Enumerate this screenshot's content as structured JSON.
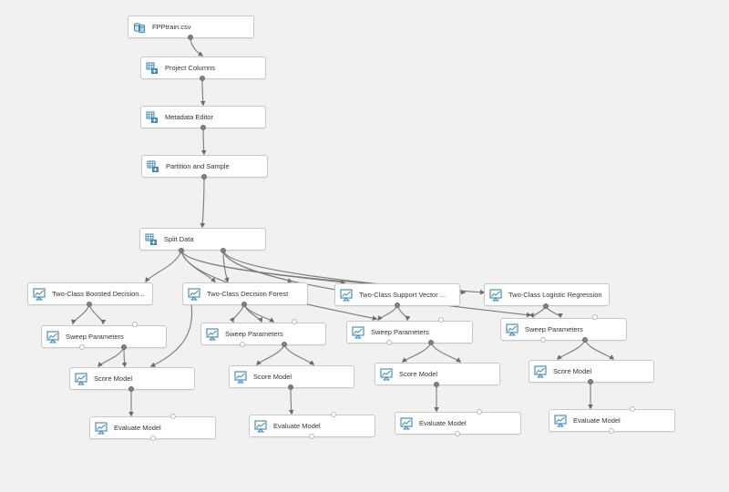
{
  "canvas": {
    "background": "#f1f1f1",
    "node_border": "#c8c8c8",
    "wire_color": "#7a7a7a",
    "icon_color": "#3a86b8"
  },
  "modules": {
    "dataset": {
      "label": "FPPtrain.csv",
      "icon": "dataset-icon"
    },
    "project_columns": {
      "label": "Project Columns",
      "icon": "module-icon"
    },
    "metadata_editor": {
      "label": "Metadata Editor",
      "icon": "module-icon"
    },
    "partition_sample": {
      "label": "Partition and Sample",
      "icon": "module-icon"
    },
    "split_data": {
      "label": "Split Data",
      "icon": "module-icon"
    },
    "boosted_tree": {
      "label": "Two-Class Boosted Decision...",
      "icon": "model-icon"
    },
    "decision_forest": {
      "label": "Two-Class Decision Forest",
      "icon": "model-icon"
    },
    "svm": {
      "label": "Two-Class Support Vector ...",
      "icon": "model-icon"
    },
    "logistic": {
      "label": "Two-Class Logistic Regression",
      "icon": "model-icon"
    },
    "sweep_1": {
      "label": "Sweep Parameters",
      "icon": "model-icon"
    },
    "sweep_2": {
      "label": "Sweep Parameters",
      "icon": "model-icon"
    },
    "sweep_3": {
      "label": "Sweep Parameters",
      "icon": "model-icon"
    },
    "sweep_4": {
      "label": "Sweep Parameters",
      "icon": "model-icon"
    },
    "score_1": {
      "label": "Score Model",
      "icon": "model-icon"
    },
    "score_2": {
      "label": "Score Model",
      "icon": "model-icon"
    },
    "score_3": {
      "label": "Score Model",
      "icon": "model-icon"
    },
    "score_4": {
      "label": "Score Model",
      "icon": "model-icon"
    },
    "eval_1": {
      "label": "Evaluate Model",
      "icon": "model-icon"
    },
    "eval_2": {
      "label": "Evaluate Model",
      "icon": "model-icon"
    },
    "eval_3": {
      "label": "Evaluate Model",
      "icon": "model-icon"
    },
    "eval_4": {
      "label": "Evaluate Model",
      "icon": "model-icon"
    }
  }
}
